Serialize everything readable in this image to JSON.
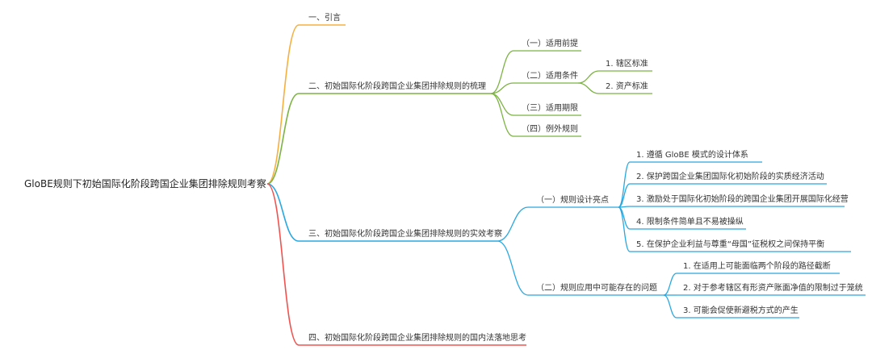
{
  "root": {
    "label": "GloBE规则下初始国际化阶段跨国企业集团排除规则考察"
  },
  "colors": {
    "orange": "#F5B041",
    "green": "#7CB342",
    "blue": "#29A8E0",
    "red": "#EF5350"
  },
  "branches": [
    {
      "label": "一、引言"
    },
    {
      "label": "二、初始国际化阶段跨国企业集团排除规则的梳理",
      "children": [
        {
          "label": "（一）适用前提"
        },
        {
          "label": "（二）适用条件",
          "children": [
            {
              "label": "1. 辖区标准"
            },
            {
              "label": "2. 资产标准"
            }
          ]
        },
        {
          "label": "（三）适用期限"
        },
        {
          "label": "（四）例外规则"
        }
      ]
    },
    {
      "label": "三、初始国际化阶段跨国企业集团排除规则的实效考察",
      "children": [
        {
          "label": "（一）规则设计亮点",
          "children": [
            {
              "label": "1. 遵循 GloBE 模式的设计体系"
            },
            {
              "label": "2. 保护跨国企业集团国际化初始阶段的实质经济活动"
            },
            {
              "label": "3. 激励处于国际化初始阶段的跨国企业集团开展国际化经营"
            },
            {
              "label": "4. 限制条件简单且不易被操纵"
            },
            {
              "label": "5. 在保护企业利益与尊重“母国”征税权之间保持平衡"
            }
          ]
        },
        {
          "label": "（二）规则应用中可能存在的问题",
          "children": [
            {
              "label": "1. 在适用上可能面临两个阶段的路径截断"
            },
            {
              "label": "2. 对于参考辖区有形资产账面净值的限制过于笼统"
            },
            {
              "label": "3. 可能会促使新避税方式的产生"
            }
          ]
        }
      ]
    },
    {
      "label": "四、初始国际化阶段跨国企业集团排除规则的国内法落地思考"
    }
  ]
}
